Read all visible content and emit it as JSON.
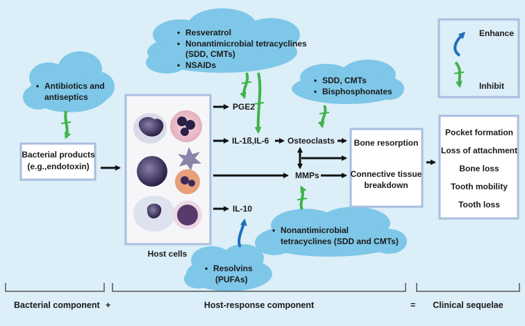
{
  "clouds": {
    "antibiotics": [
      "Antibiotics and",
      "antiseptics"
    ],
    "top": [
      "Resveratrol",
      "Nonantimicrobial tetracyclines",
      "(SDD, CMTs)",
      "NSAIDs"
    ],
    "sdd": [
      "SDD, CMTs",
      "Bisphosphonates"
    ],
    "nonanti": [
      "Nonantimicrobial",
      "tetracyclines (SDD and CMTs)"
    ],
    "resolvins": [
      "Resolvins",
      "(PUFAs)"
    ]
  },
  "boxes": {
    "bacterial": [
      "Bacterial products",
      "(e.g.,endotoxin)"
    ],
    "host_cells_label": "Host cells",
    "bone": "Bone resorption",
    "connective": [
      "Connective tissue",
      "breakdown"
    ]
  },
  "mediators": {
    "pge2": "PGE2",
    "il1": "IL-1ß,IL-6",
    "osteoclasts": "Osteoclasts",
    "mmps": "MMPs",
    "il10": "IL-10"
  },
  "legend": {
    "enhance": "Enhance",
    "inhibit": "Inhibit"
  },
  "clinical": {
    "items": [
      "Pocket formation",
      "Loss of attachment",
      "Bone loss",
      "Tooth mobility",
      "Tooth loss"
    ]
  },
  "footer": {
    "bacterial": "Bacterial component",
    "plus": "+",
    "host": "Host-response component",
    "equals": "=",
    "clinical": "Clinical sequelae"
  },
  "colors": {
    "background": "#dceef7",
    "cloud": "#7ec7e8",
    "box_border": "#a9bde0",
    "inhibit_green": "#3fb34a",
    "enhance_blue": "#1f6fb8"
  }
}
